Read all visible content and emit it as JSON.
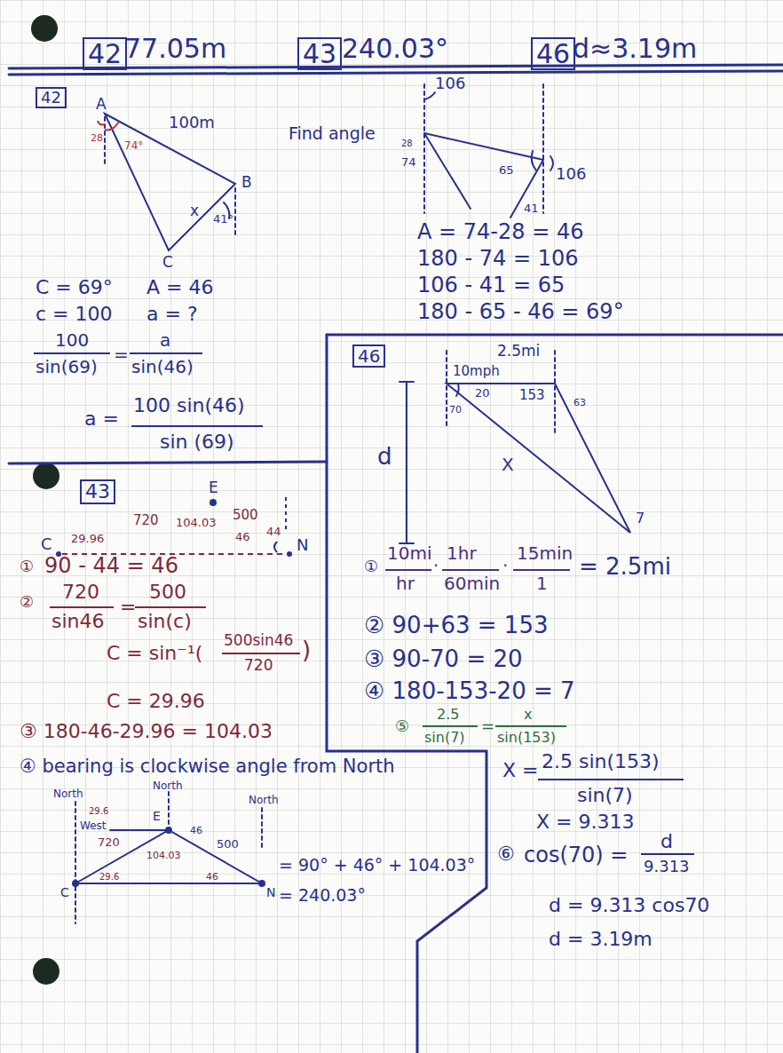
{
  "diagram": {
    "nodes": [
      {
        "text": [
          "42"
        ]
      },
      {
        "text": [
          "43"
        ]
      },
      {
        "text": [
          "46"
        ]
      },
      {
        "text": [
          "42"
        ]
      },
      {
        "text": [
          "46"
        ]
      },
      {
        "text": [
          "43"
        ]
      }
    ],
    "labels": [
      "77.05m",
      "240.03°",
      "d≈3.19m",
      "A",
      "100m",
      "28",
      "74°",
      "B",
      "x",
      "41°",
      "C",
      "Find angle",
      "106",
      "28",
      "74",
      "65",
      "106",
      "41",
      "A = 74-28 = 46",
      "180 - 74 = 106",
      "106 - 41 = 65",
      "180 - 65 - 46 = 69°",
      "C = 69°",
      "A = 46",
      "c = 100",
      "a = ?",
      "100",
      "sin(69)",
      "=",
      "a",
      "sin(46)",
      "a =",
      "100 sin(46)",
      "sin (69)",
      "2.5mi",
      "10mph",
      "20",
      "153",
      "63",
      "70",
      "X",
      "7",
      "d",
      "①",
      "10mi",
      "hr",
      "·",
      "1hr",
      "60min",
      "·",
      "15min",
      "1",
      "= 2.5mi",
      "② 90+63 = 153",
      "③ 90-70 = 20",
      "④ 180-153-20 = 7",
      "⑤",
      "2.5",
      "sin(7)",
      "=",
      "x",
      "sin(153)",
      "X =",
      "2.5 sin(153)",
      "sin(7)",
      "X = 9.313",
      "⑥",
      "cos(70) =",
      "d",
      "9.313",
      "d = 9.313 cos70",
      "d = 3.19m",
      "E",
      "720",
      "104.03",
      "500",
      "44",
      "C",
      "29.96",
      "46",
      "N",
      "①",
      "90 - 44 = 46",
      "②",
      "720",
      "sin46",
      "=",
      "500",
      "sin(c)",
      "C = sin⁻¹(",
      "500sin46",
      "720",
      ")",
      "C = 29.96",
      "③ 180-46-29.96 = 104.03",
      "④ bearing is clockwise angle from North",
      "North",
      "North",
      "North",
      "29.6",
      "West",
      "E",
      "720",
      "104.03",
      "46",
      "500",
      "29.6",
      "46",
      "C",
      "N",
      "= 90° + 46° + 104.03°",
      "= 240.03°"
    ]
  }
}
